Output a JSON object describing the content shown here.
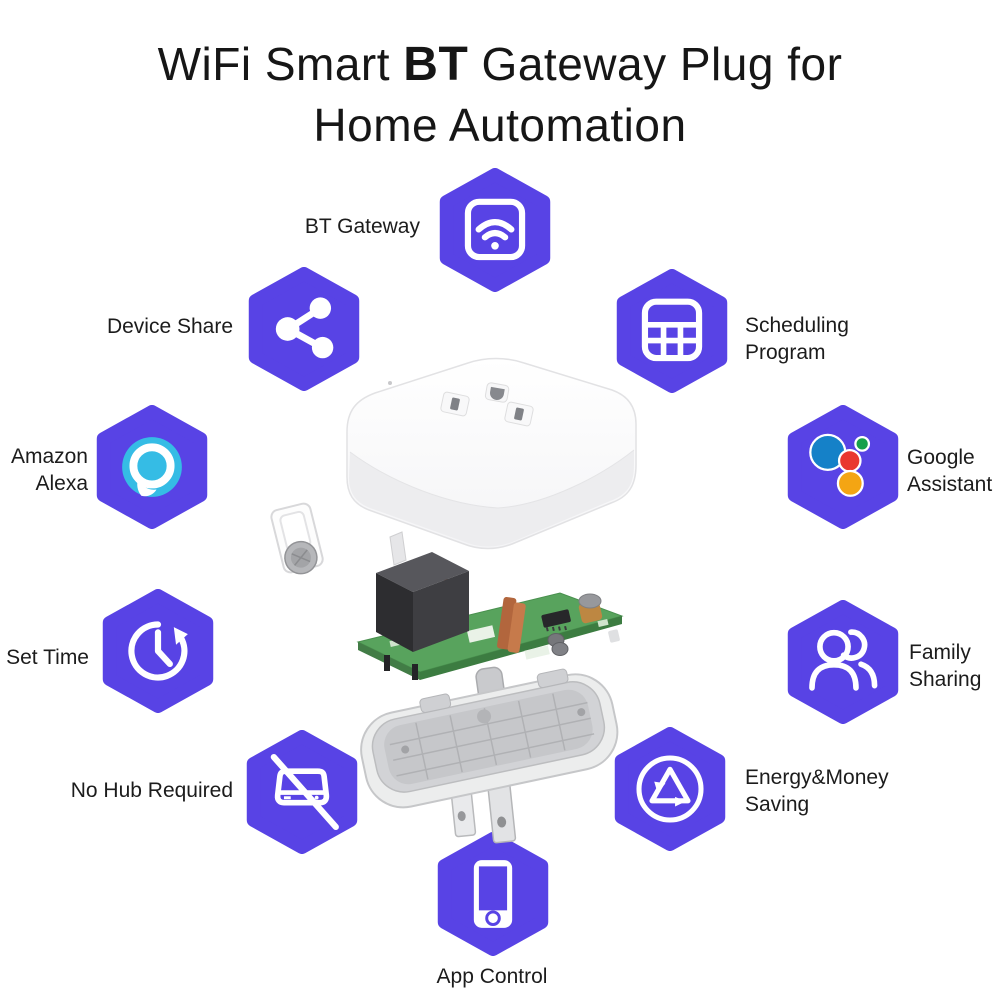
{
  "title": {
    "line1_part1": "WiFi Smart ",
    "line1_bold": "BT",
    "line1_part2": " Gateway Plug for",
    "line2": "Home Automation"
  },
  "features": [
    {
      "id": "bt-gateway",
      "label_line1": "BT Gateway",
      "icon": "wifi-router-icon"
    },
    {
      "id": "scheduling-program",
      "label_line1": "Scheduling",
      "label_line2": "Program",
      "icon": "calendar-icon"
    },
    {
      "id": "google-assistant",
      "label_line1": "Google",
      "label_line2": "Assistant",
      "icon": "google-assistant-icon"
    },
    {
      "id": "family-sharing",
      "label_line1": "Family",
      "label_line2": "Sharing",
      "icon": "people-icon"
    },
    {
      "id": "energy-money-saving",
      "label_line1": "Energy&Money",
      "label_line2": "Saving",
      "icon": "recycle-icon"
    },
    {
      "id": "app-control",
      "label_line1": "App Control",
      "icon": "smartphone-icon"
    },
    {
      "id": "no-hub-required",
      "label_line1": "No Hub Required",
      "icon": "no-hub-icon"
    },
    {
      "id": "set-time",
      "label_line1": "Set Time",
      "icon": "clock-arrow-icon"
    },
    {
      "id": "amazon-alexa",
      "label_line1": "Amazon",
      "label_line2": "Alexa",
      "icon": "alexa-icon"
    },
    {
      "id": "device-share",
      "label_line1": "Device Share",
      "icon": "share-icon"
    }
  ],
  "device": {
    "description": "Exploded view of white WiFi smart plug: top shell with US socket, mounting bracket, relay on green PCB, gray bottom shell with two metal prongs"
  },
  "colors": {
    "hexagon": "#5843E5",
    "title_text": "#161616",
    "label_text": "#1C1C1C",
    "alexa_cyan": "#35BCE5",
    "google_blue": "#1581C8",
    "google_red": "#E93830",
    "google_green": "#17A04A",
    "google_yellow": "#F4A513",
    "pcb_green": "#58A35D",
    "relay_black": "#353538",
    "copper": "#B2663D",
    "shell_gray": "#C9CACD"
  }
}
